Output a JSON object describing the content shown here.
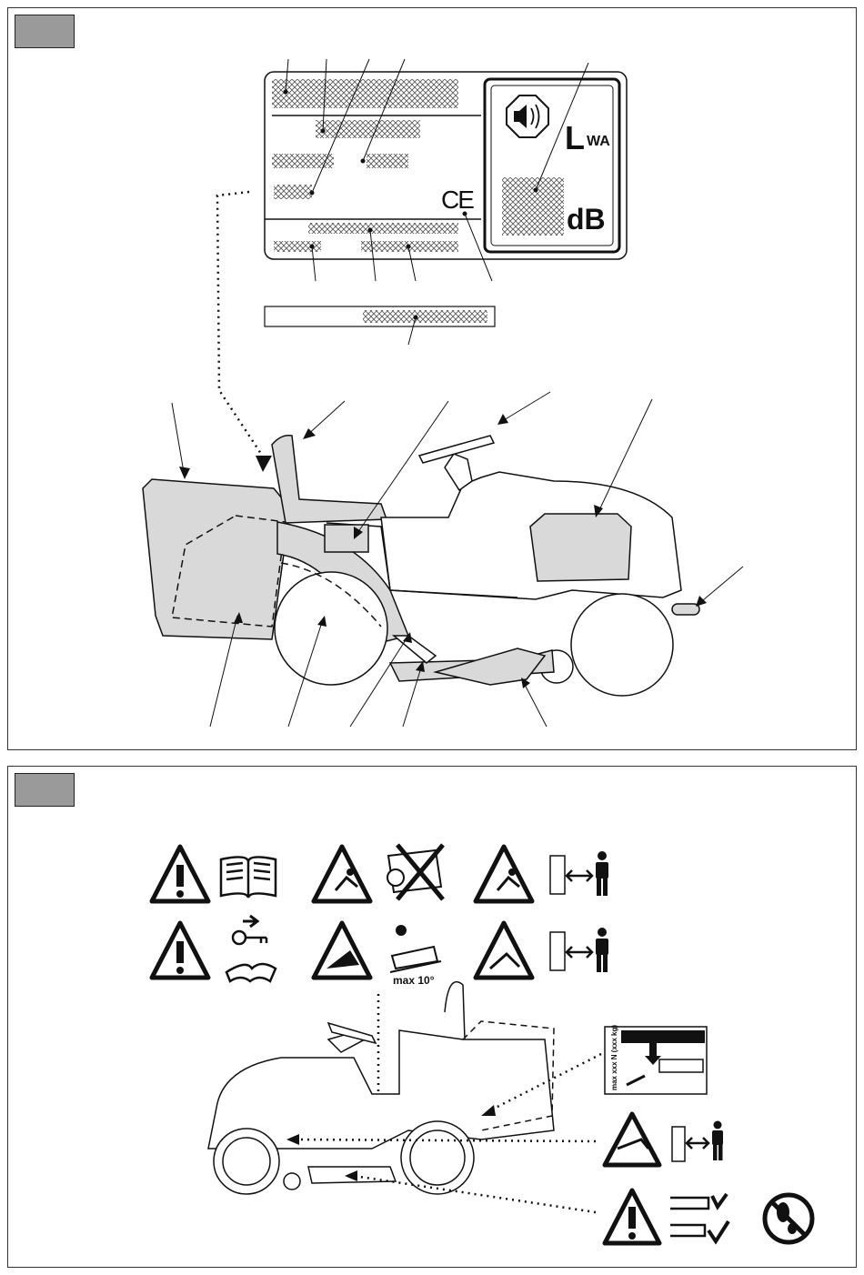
{
  "panel1": {
    "rating_plate": {
      "ce_mark": "CE",
      "sound_power_symbol": "L",
      "sound_power_subscript": "WA",
      "sound_unit": "dB"
    }
  },
  "panel2": {
    "slope_limit": "max 10°",
    "load_label": "max xxx N (xxx kg)"
  },
  "icons": {
    "warning": "warning-triangle-icon",
    "manual": "open-book-icon",
    "key": "key-icon",
    "person": "person-icon",
    "no_entry": "no-foot-icon",
    "speaker": "speaker-icon"
  },
  "colors": {
    "shade": "#d9d9d9",
    "tag": "#9a9a9a",
    "line": "#111111"
  }
}
